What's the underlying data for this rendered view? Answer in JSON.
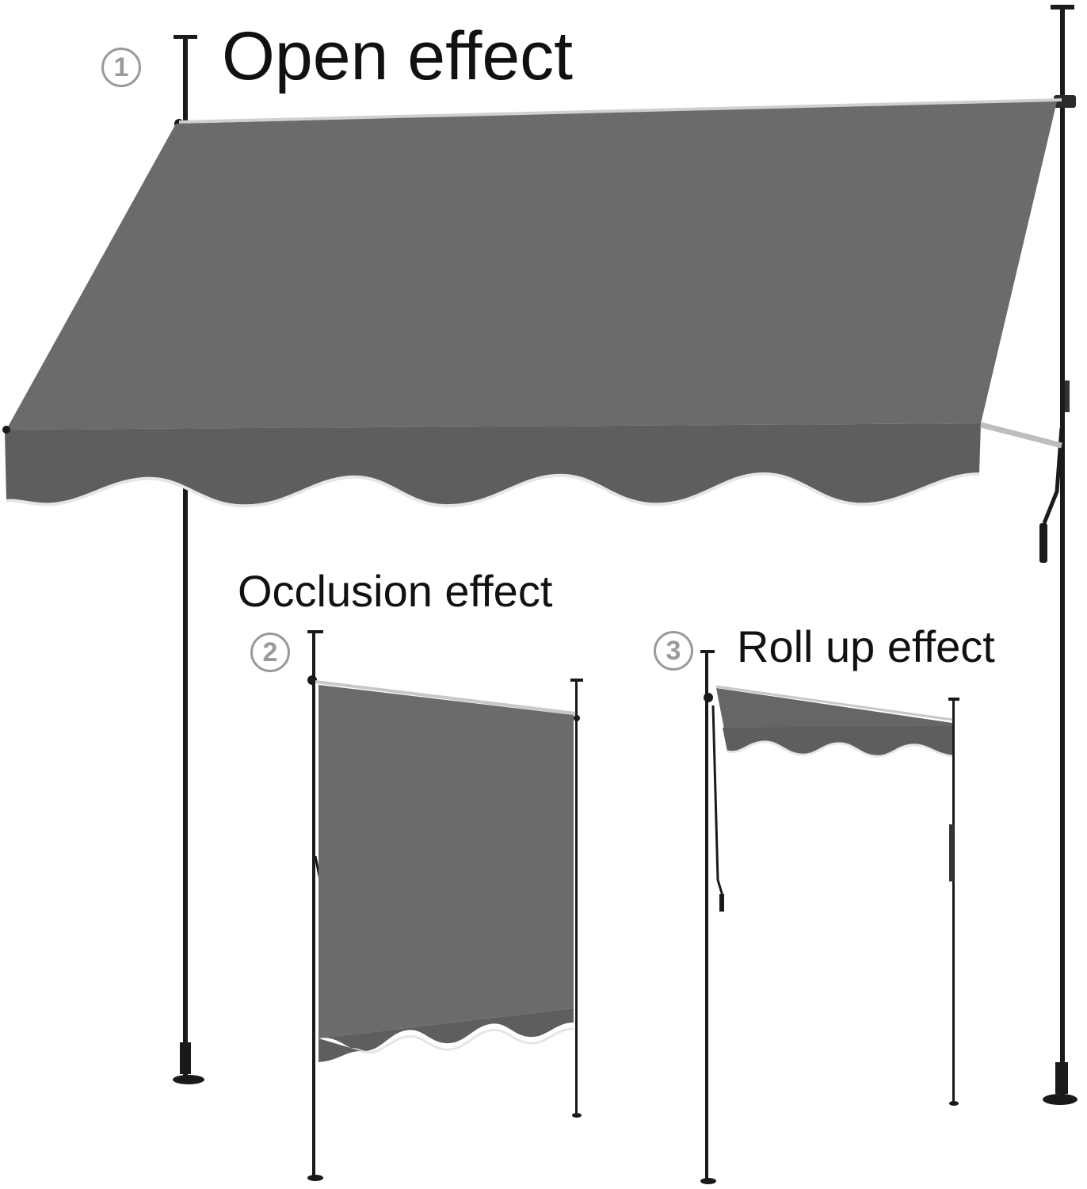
{
  "labels": {
    "open": "Open effect",
    "occlusion": "Occlusion effect",
    "rollup": "Roll up effect"
  },
  "badges": {
    "one": "1",
    "two": "2",
    "three": "3"
  },
  "colors": {
    "fabric": "#6b6b6b",
    "fabric_dark": "#5e5e5e",
    "pole": "#1a1a1a",
    "piping": "#e6e6e6",
    "badge": "#9a9a9a",
    "text": "#111111"
  }
}
